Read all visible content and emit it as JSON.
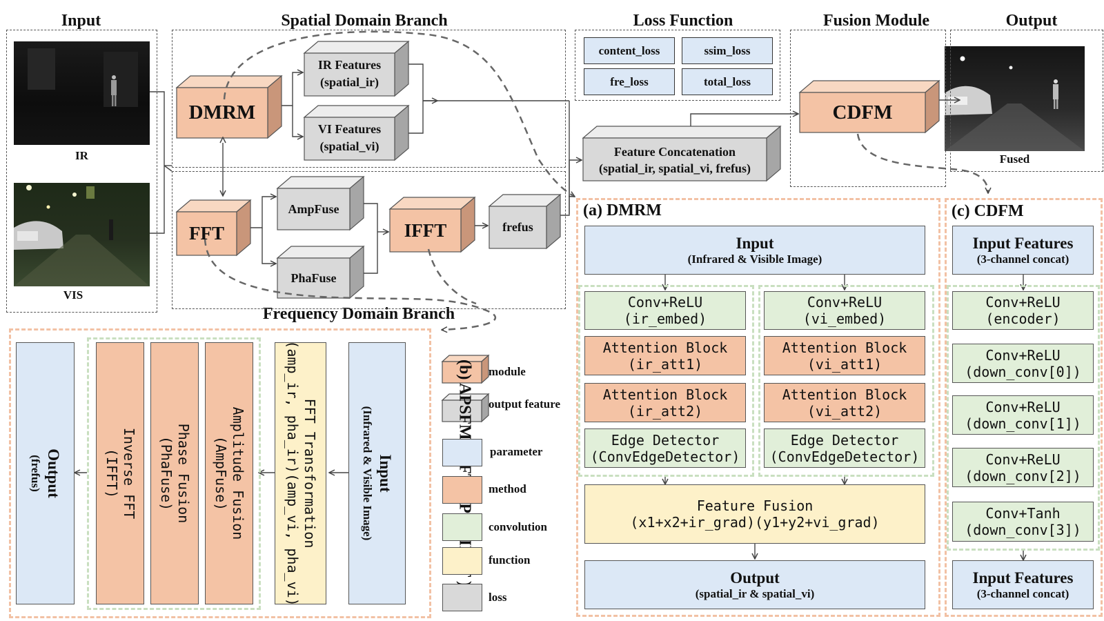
{
  "titles": {
    "input": "Input",
    "spatial": "Spatial Domain Branch",
    "loss": "Loss Function",
    "fusion": "Fusion Module",
    "output": "Output",
    "frequency": "Frequency Domain Branch"
  },
  "images": {
    "ir_caption": "IR",
    "vis_caption": "VIS",
    "fused_caption": "Fused"
  },
  "spatial": {
    "dmrm": "DMRM",
    "ir_features": "IR Features",
    "ir_features_sub": "(spatial_ir)",
    "vi_features": "VI Features",
    "vi_features_sub": "(spatial_vi)"
  },
  "frequency": {
    "fft": "FFT",
    "ampfuse": "AmpFuse",
    "phafuse": "PhaFuse",
    "ifft": "IFFT",
    "frefus": "frefus"
  },
  "loss": {
    "items": [
      "content_loss",
      "ssim_loss",
      "fre_loss",
      "total_loss"
    ]
  },
  "fusion": {
    "cdfm": "CDFM",
    "concat": "Feature Concatenation",
    "concat_sub": "(spatial_ir, spatial_vi, frefus)"
  },
  "dmrm_panel": {
    "title": "(a) DMRM",
    "input": "Input",
    "input_sub": "(Infrared & Visible Image)",
    "left": [
      {
        "label": "Conv+ReLU",
        "sub": "(ir_embed)"
      },
      {
        "label": "Attention Block",
        "sub": "(ir_att1)"
      },
      {
        "label": "Attention Block",
        "sub": "(ir_att2)"
      },
      {
        "label": "Edge Detector",
        "sub": "(ConvEdgeDetector)"
      }
    ],
    "right": [
      {
        "label": "Conv+ReLU",
        "sub": "(vi_embed)"
      },
      {
        "label": "Attention Block",
        "sub": "(vi_att1)"
      },
      {
        "label": "Attention Block",
        "sub": "(vi_att2)"
      },
      {
        "label": "Edge Detector",
        "sub": "(ConvEdgeDetector)"
      }
    ],
    "fusion": "Feature Fusion",
    "fusion_sub": "(x1+x2+ir_grad)(y1+y2+vi_grad)",
    "output": "Output",
    "output_sub": "(spatial_ir & spatial_vi)"
  },
  "apsfm_panel": {
    "title": "(b) APSFM ( FFT, APSF, IFFT )",
    "input": "Input",
    "input_sub": "(Infrared & Visible Image)",
    "fft": "FFT Transformation",
    "fft_sub": "(amp_ir, pha_ir)(amp_vi, pha_vi)",
    "amp": "Amplitude Fusion",
    "amp_sub": "(AmpFuse)",
    "pha": "Phase Fusion",
    "pha_sub": "(PhaFuse)",
    "ifft": "Inverse FFT",
    "ifft_sub": "(IFFT)",
    "output": "Output",
    "output_sub": "(frefus)"
  },
  "legend": {
    "module": "module",
    "output_feature": "output feature",
    "parameter": "parameter",
    "method": "method",
    "convolution": "convolution",
    "function": "function",
    "loss": "loss"
  },
  "cdfm_panel": {
    "title": "(c) CDFM",
    "input": "Input Features",
    "input_sub": "(3-channel concat)",
    "layers": [
      {
        "label": "Conv+ReLU",
        "sub": "(encoder)"
      },
      {
        "label": "Conv+ReLU",
        "sub": "(down_conv[0])"
      },
      {
        "label": "Conv+ReLU",
        "sub": "(down_conv[1])"
      },
      {
        "label": "Conv+ReLU",
        "sub": "(down_conv[2])"
      },
      {
        "label": "Conv+Tanh",
        "sub": "(down_conv[3])"
      }
    ],
    "output": "Input Features",
    "output_sub": "(3-channel concat)"
  }
}
